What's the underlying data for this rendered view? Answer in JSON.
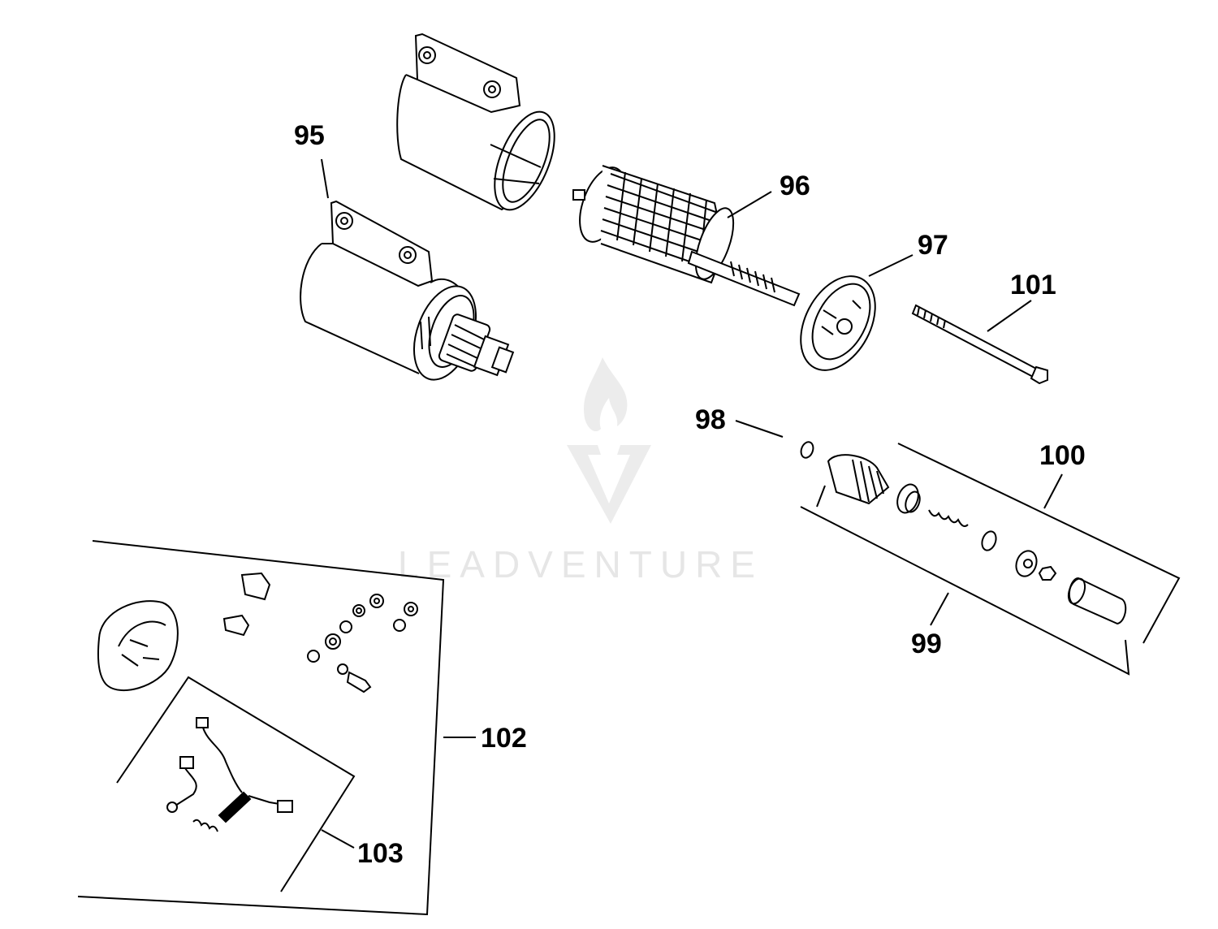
{
  "diagram": {
    "callouts": [
      {
        "id": "95",
        "label": "95"
      },
      {
        "id": "96",
        "label": "96"
      },
      {
        "id": "97",
        "label": "97"
      },
      {
        "id": "98",
        "label": "98"
      },
      {
        "id": "99",
        "label": "99"
      },
      {
        "id": "100",
        "label": "100"
      },
      {
        "id": "101",
        "label": "101"
      },
      {
        "id": "102",
        "label": "102"
      },
      {
        "id": "103",
        "label": "103"
      }
    ],
    "watermark": {
      "text": "LEADVENTURE",
      "icon": "flame-v-logo-icon"
    },
    "colors": {
      "line": "#000000",
      "watermark": "#e6e6e6"
    }
  }
}
